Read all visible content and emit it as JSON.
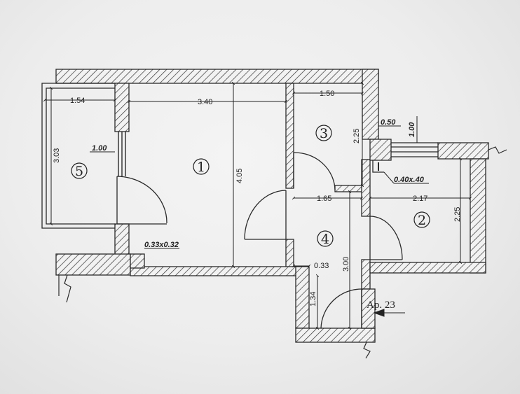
{
  "rooms": [
    "1",
    "2",
    "3",
    "4",
    "5"
  ],
  "dimensions": {
    "room5_width": "1.54",
    "room5_height": "3.03",
    "room5_opening": "1.00",
    "room1_width": "3.40",
    "room1_height": "4.05",
    "room1_niche": "0.33x0.32",
    "room3_width": "1.50",
    "room3_height": "2.25",
    "vent_top": "0.50",
    "vent_side": "1.00",
    "vent_duct": "0.40x.40",
    "room2_width": "2.17",
    "room2_height": "2.25",
    "hall_width": "1.65",
    "hall_height": "3.00",
    "corridor_width": "0.33",
    "corridor_height": "1.34"
  },
  "entrance_label": "Ap. 23",
  "colors": {
    "ink": "#2a2a2a",
    "paper": "#efefef"
  }
}
